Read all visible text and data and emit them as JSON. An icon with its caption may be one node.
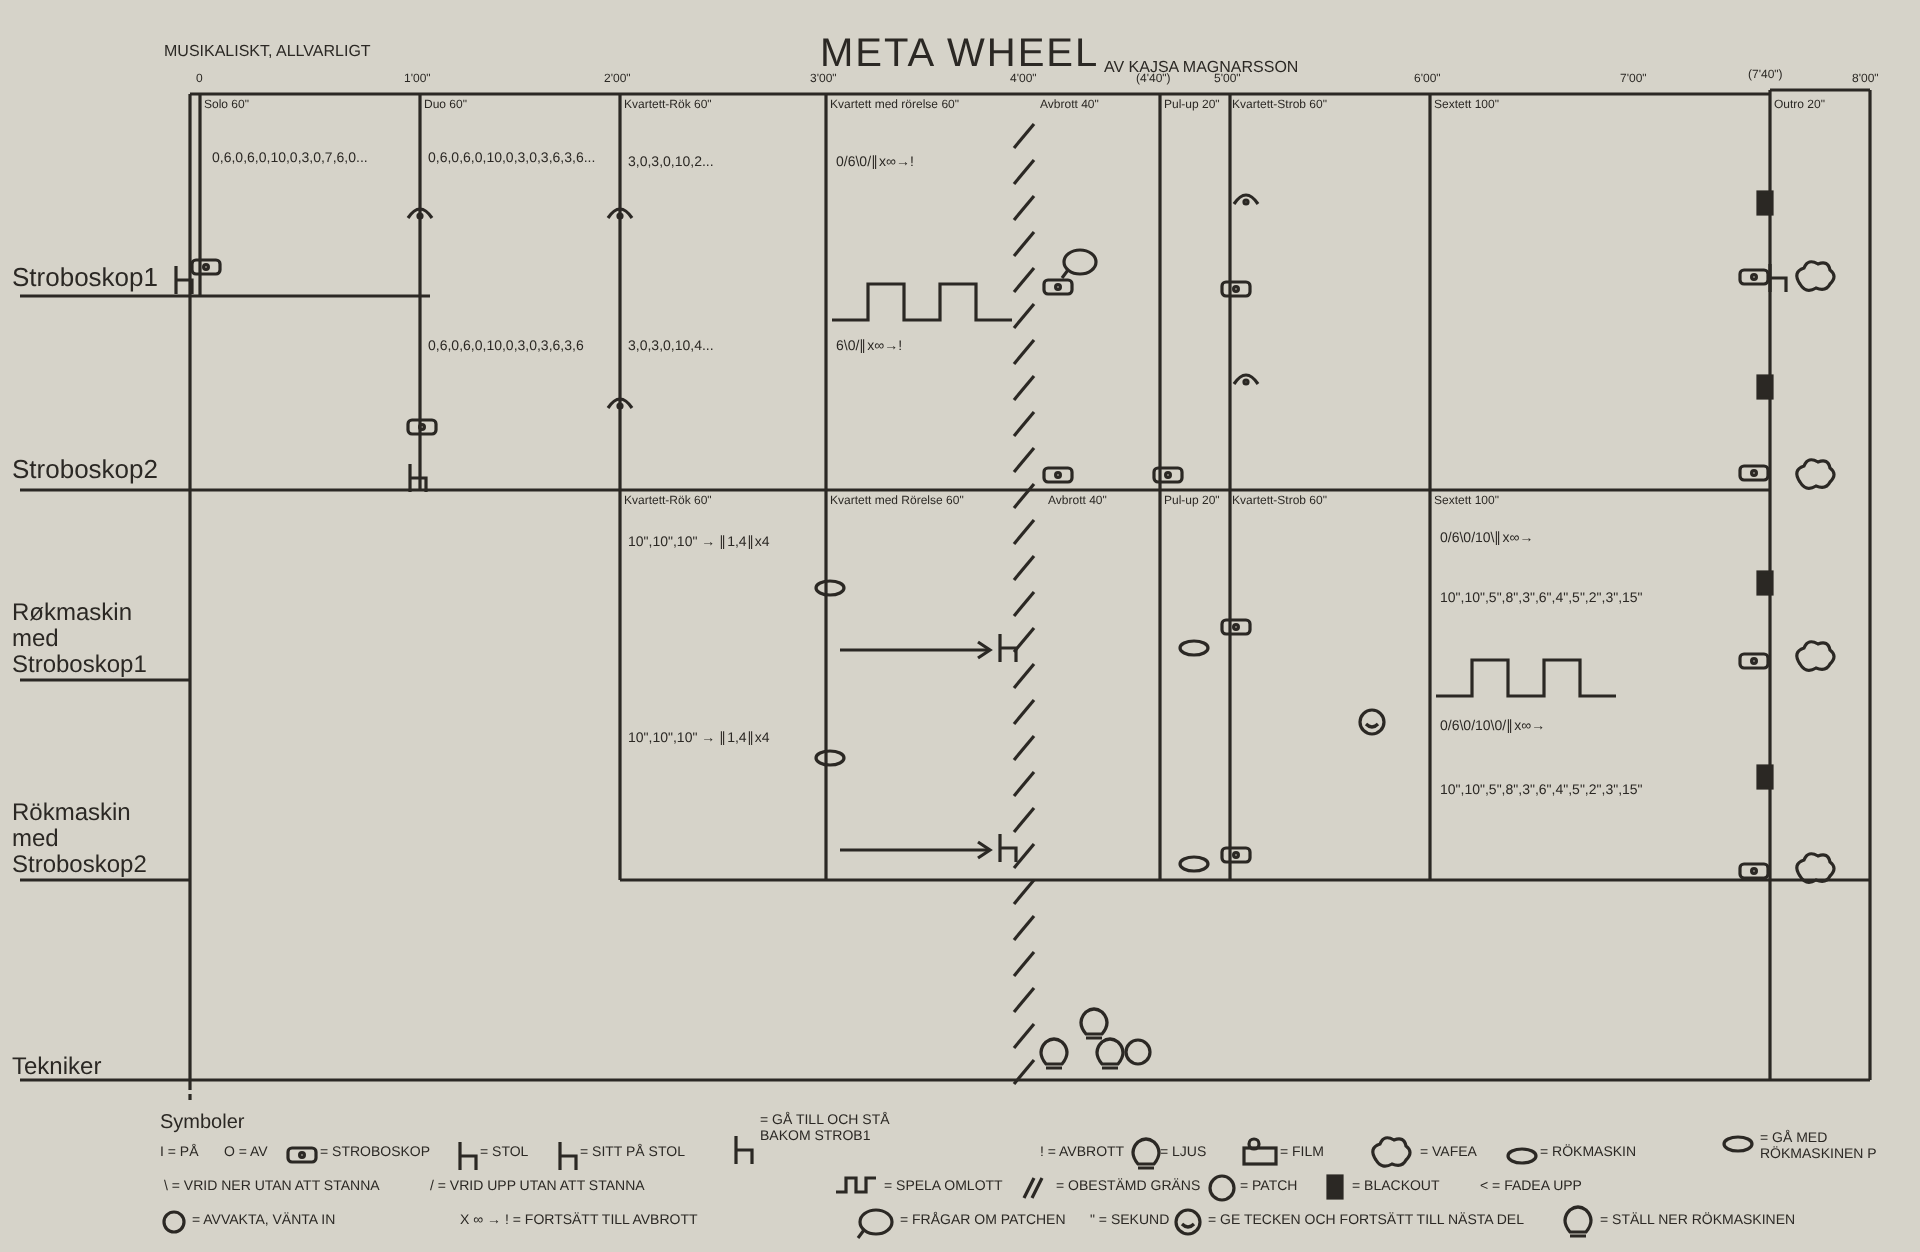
{
  "diagram": {
    "title": "META WHEEL",
    "labels": [
      "MUSIKALISKT, ALLVARLIGT",
      "AV KAJSA MAGNARSSON",
      "0",
      "1'00\"",
      "2'00\"",
      "3'00\"",
      "4'00\"",
      "(4'40\")",
      "5'00\"",
      "6'00\"",
      "7'00\"",
      "(7'40\")",
      "8'00\"",
      "Stroboskop1",
      "Stroboskop2",
      "Røkmaskin med Stroboskop1",
      "Rökmaskin med Stroboskop2",
      "Tekniker",
      "Solo 60\"",
      "Duo 60\"",
      "Kvartett-Rök 60\"",
      "Kvartett med rörelse 60\"",
      "Avbrott 40\"",
      "Pul-up 20\"",
      "Kvartett-Strob 60\"",
      "Sextett 100\"",
      "Outro 20\"",
      "Kvartett-Rök 60\"",
      "Kvartett med Rörelse 60\"",
      "Avbrott 40\"",
      "Pul-up 20\"",
      "Kvartett-Strob 60\"",
      "Sextett 100\"",
      "0,6,0,6,0,10,0,3,0,7,6,0...",
      "0,6,0,6,0,10,0,3,0,3,6,3,6...",
      "3,0,3,0,10,2...",
      "0/6\\0/∥x∞→!",
      "0,6,0,6,0,10,0,3,0,3,6,3,6",
      "3,0,3,0,10,4...",
      "6\\0/∥x∞→!",
      "10\",10\",10\" → ∥1,4∥x4",
      "10\",10\",10\" → ∥1,4∥x4",
      "0/6\\0/10\\∥x∞→",
      "10\",10\",5\",8\",3\",6\",4\",5\",2\",3\",15\"",
      "0/6\\0/10\\0/∥x∞→",
      "10\",10\",5\",8\",3\",6\",4\",5\",2\",3\",15\"",
      "Symboler",
      "I = PÅ",
      "O = AV",
      "= STROBOSKOP",
      "= STOL",
      "= SITT PÅ STOL",
      "= GÅ TILL OCH STÅ BAKOM STROB1",
      "! = AVBROTT",
      "= LJUS",
      "= FILM",
      "= VAFEA",
      "= RÖKMASKIN",
      "= GÅ MED RÖKMASKINEN P",
      "\\ = VRID NER UTAN ATT STANNA",
      "/ = VRID UPP UTAN ATT STANNA",
      "= SPELA OMLOTT",
      "= OBESTÄMD GRÄNS",
      "= PATCH",
      "= BLACKOUT",
      "< = FADEA UPP",
      "= AVVAKTA, VÄNTA IN",
      "X ∞ → ! = FORTSÄTT TILL AVBROTT",
      "= FRÅGAR OM PATCHEN",
      "\" = SEKUND",
      "= GE TECKEN OCH FORTSÄTT TILL NÄSTA DEL",
      "= STÄLL NER RÖKMASKINEN"
    ]
  }
}
